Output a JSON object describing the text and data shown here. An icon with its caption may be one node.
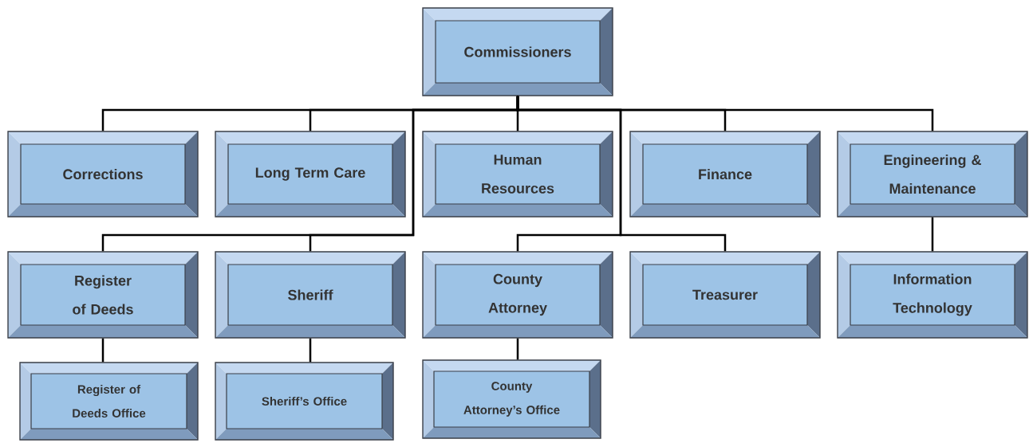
{
  "diagram": {
    "nodes": [
      {
        "text": [
          "Commissioners"
        ]
      },
      {
        "text": [
          "Corrections"
        ]
      },
      {
        "text": [
          "Long Term Care"
        ]
      },
      {
        "text": [
          "Human Resources"
        ]
      },
      {
        "text": [
          "Finance"
        ]
      },
      {
        "text": [
          "Engineering & Maintenance"
        ]
      },
      {
        "text": [
          "Register of Deeds"
        ]
      },
      {
        "text": [
          "Sheriff"
        ]
      },
      {
        "text": [
          "County Attorney"
        ]
      },
      {
        "text": [
          "Treasurer"
        ]
      },
      {
        "text": [
          "Information Technology"
        ]
      },
      {
        "text": [
          "Register of Deeds Office"
        ]
      },
      {
        "text": [
          "Sheriff’s Office"
        ]
      },
      {
        "text": [
          "County Attorney’s Office"
        ]
      }
    ],
    "edges": [
      {
        "from": 0,
        "to": 1,
        "arrow": "none"
      },
      {
        "from": 0,
        "to": 2,
        "arrow": "none"
      },
      {
        "from": 0,
        "to": 3,
        "arrow": "none"
      },
      {
        "from": 0,
        "to": 4,
        "arrow": "none"
      },
      {
        "from": 0,
        "to": 5,
        "arrow": "none"
      },
      {
        "from": 0,
        "to": 6,
        "arrow": "none"
      },
      {
        "from": 0,
        "to": 7,
        "arrow": "none"
      },
      {
        "from": 0,
        "to": 8,
        "arrow": "none"
      },
      {
        "from": 0,
        "to": 9,
        "arrow": "none"
      },
      {
        "from": 5,
        "to": 10,
        "arrow": "none"
      },
      {
        "from": 6,
        "to": 11,
        "arrow": "none"
      },
      {
        "from": 7,
        "to": 12,
        "arrow": "none"
      },
      {
        "from": 8,
        "to": 13,
        "arrow": "none"
      }
    ]
  }
}
